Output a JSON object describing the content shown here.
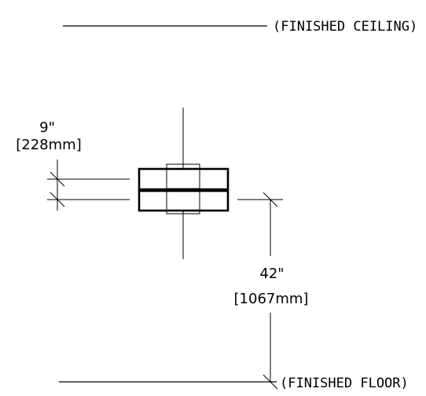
{
  "labels": {
    "ceiling": "(FINISHED CEILING)",
    "floor": "(FINISHED FLOOR)"
  },
  "dimensions": {
    "spacing": {
      "imperial": "9\"",
      "metric": "[228mm]"
    },
    "height": {
      "imperial": "42\"",
      "metric": "[1067mm]"
    }
  }
}
